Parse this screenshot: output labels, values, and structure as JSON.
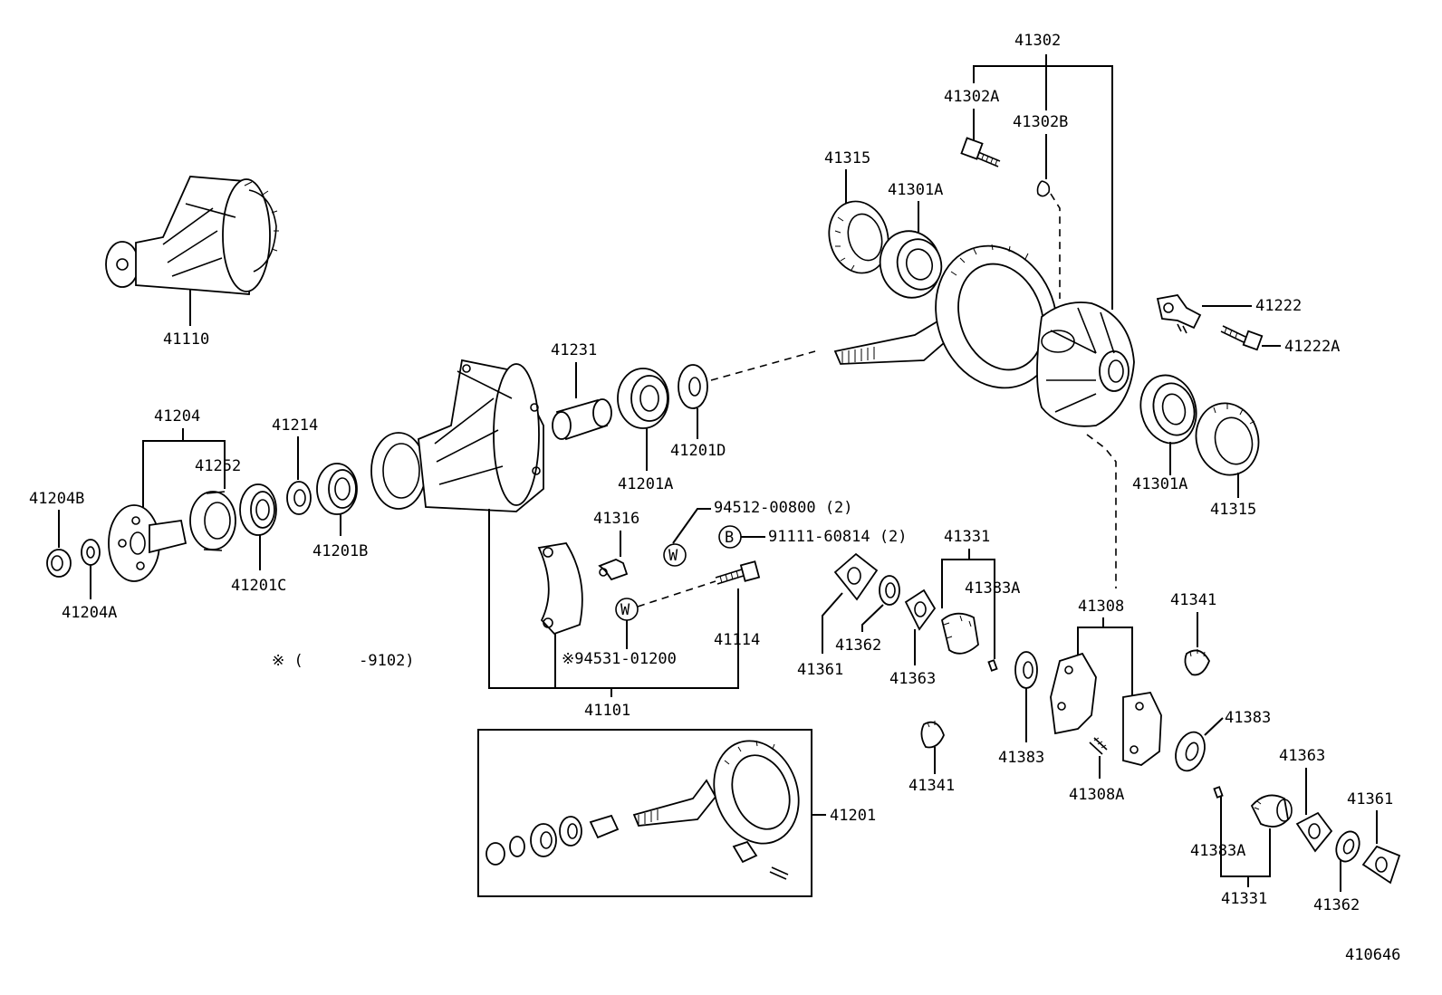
{
  "diagram": {
    "figure_code": "410646",
    "parts": {
      "p41302": "41302",
      "p41302A": "41302A",
      "p41302B": "41302B",
      "p41315_top": "41315",
      "p41301A_top": "41301A",
      "p41222": "41222",
      "p41222A": "41222A",
      "p41110": "41110",
      "p41231": "41231",
      "p41201D": "41201D",
      "p41201A": "41201A",
      "p41301A_right": "41301A",
      "p41315_right": "41315",
      "p41204": "41204",
      "p41214": "41214",
      "p41252": "41252",
      "p41204B": "41204B",
      "p41204A": "41204A",
      "p41201C": "41201C",
      "p41201B": "41201B",
      "p41316": "41316",
      "p94512": "94512-00800 (2)",
      "p91111": "91111-60814 (2)",
      "p41331_top": "41331",
      "p41383A_top": "41383A",
      "p41308": "41308",
      "p41341_right": "41341",
      "p41114": "41114",
      "p94531": "※94531-01200",
      "p41101": "41101",
      "p41361_left": "41361",
      "p41362_left": "41362",
      "p41363_left": "41363",
      "p41383_mid": "41383",
      "p41383_right": "41383",
      "p41341_mid": "41341",
      "p41308A": "41308A",
      "p41363_right": "41363",
      "p41361_right": "41361",
      "p41383A_bottom": "41383A",
      "p41331_bottom": "41331",
      "p41362_right": "41362",
      "p41201": "41201"
    },
    "note": "※ (      -9102)",
    "markers": {
      "w": "W",
      "b": "B"
    }
  }
}
